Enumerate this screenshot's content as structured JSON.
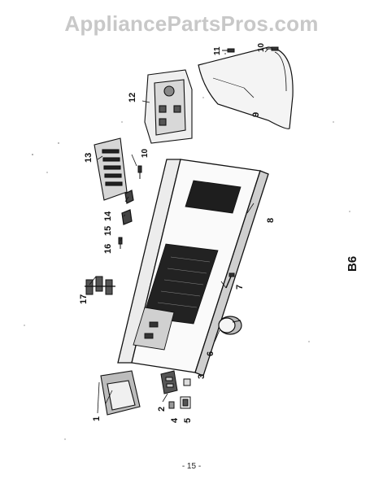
{
  "watermark": "AppliancePartsPros.com",
  "page_number": "- 15 -",
  "page_code": "B6",
  "callouts": [
    "1",
    "2",
    "3",
    "4",
    "5",
    "6",
    "7",
    "8",
    "9",
    "10",
    "10",
    "11",
    "12",
    "13",
    "14",
    "15",
    "16",
    "17"
  ]
}
